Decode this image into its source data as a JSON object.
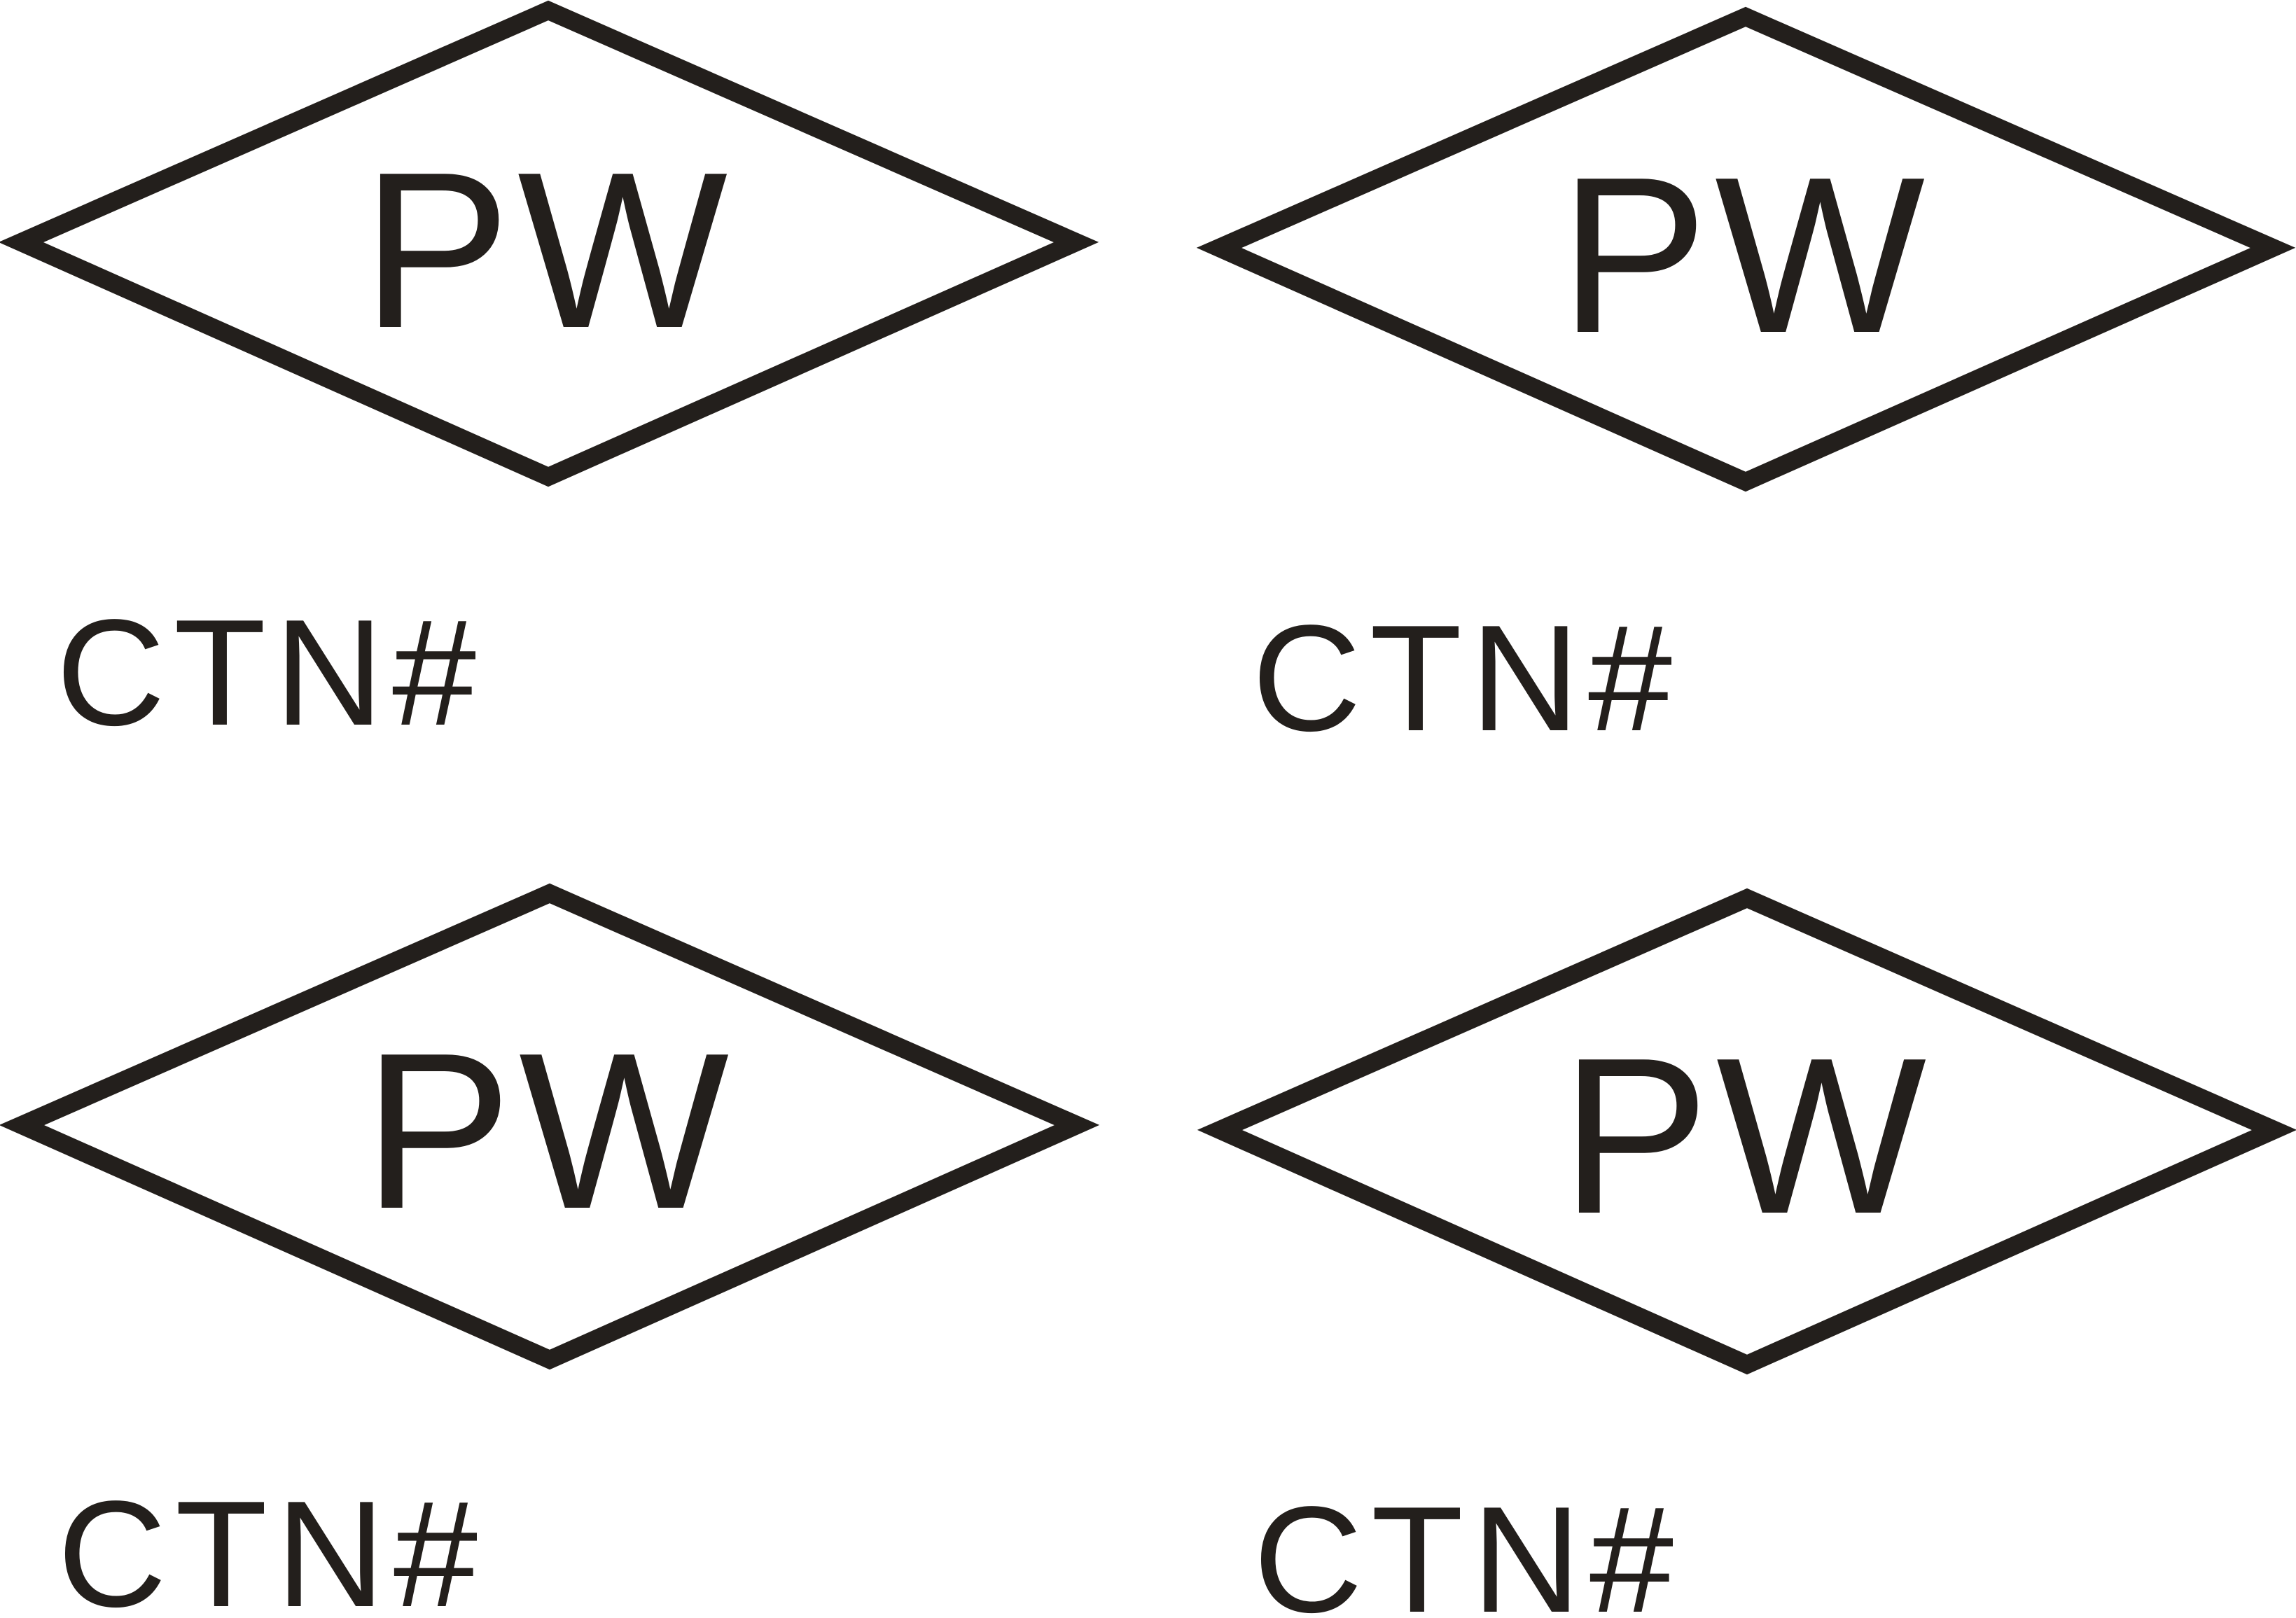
{
  "colors": {
    "ink": "#231f1c",
    "background": "#ffffff"
  },
  "marks": [
    {
      "symbol": "PW",
      "label": "CTN#"
    },
    {
      "symbol": "PW",
      "label": "CTN#"
    },
    {
      "symbol": "PW",
      "label": "CTN#"
    },
    {
      "symbol": "PW",
      "label": "CTN#"
    }
  ]
}
